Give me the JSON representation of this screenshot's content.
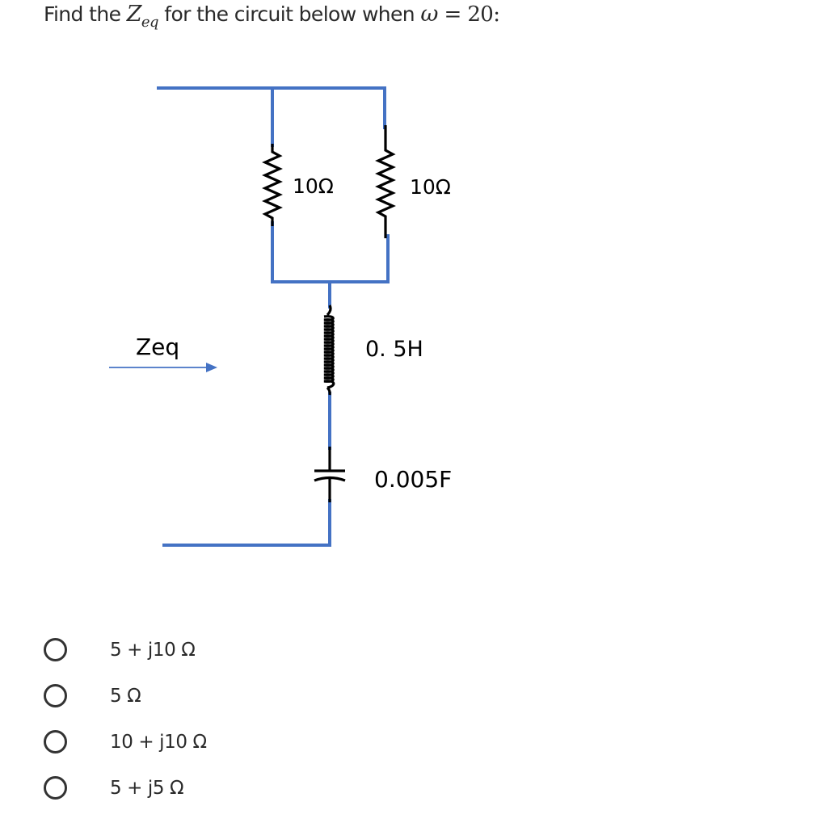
{
  "question": {
    "prefix": "Find the ",
    "z_symbol": "Z",
    "z_subscript": "eq",
    "middle": " for the circuit below when ",
    "omega": "ω",
    "equals": " = ",
    "omega_value": "20",
    "suffix": ":"
  },
  "circuit": {
    "resistor_left_label": "10Ω",
    "resistor_right_label": "10Ω",
    "inductor_label": "0. 5H",
    "capacitor_label": "0.005F",
    "zeq_label": "Zeq",
    "wire_color": "#4472C4",
    "component_color": "#000000"
  },
  "options": [
    {
      "label": "5 + j10 Ω"
    },
    {
      "label": "5 Ω"
    },
    {
      "label": "10 + j10 Ω"
    },
    {
      "label": "5 + j5 Ω"
    }
  ]
}
